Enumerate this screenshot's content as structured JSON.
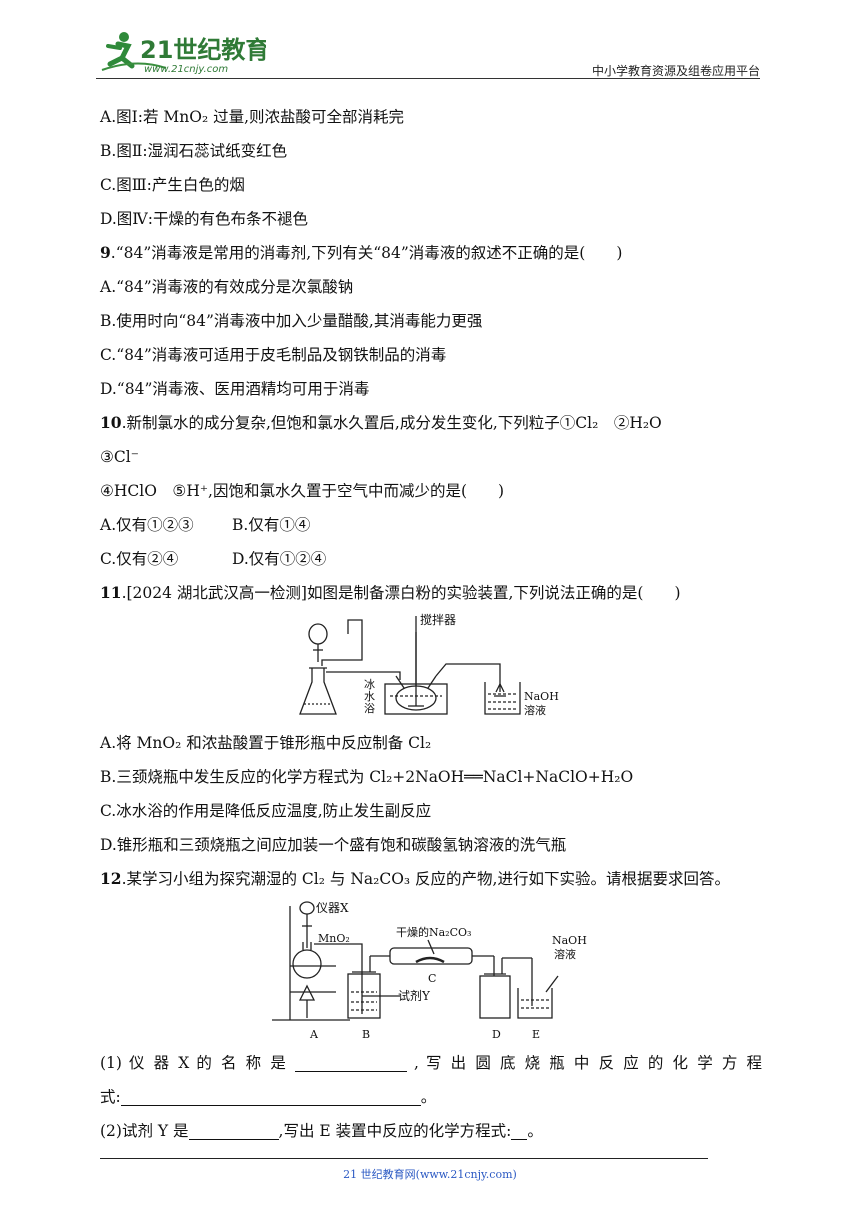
{
  "header": {
    "logo_text": "21世纪教育",
    "logo_url_text": "www.21cnjy.com",
    "platform": "中小学教育资源及组卷应用平台"
  },
  "q8_options": {
    "A": "A.图Ⅰ:若 MnO₂ 过量,则浓盐酸可全部消耗完",
    "B": "B.图Ⅱ:湿润石蕊试纸变红色",
    "C": "C.图Ⅲ:产生白色的烟",
    "D": "D.图Ⅳ:干燥的有色布条不褪色"
  },
  "q9": {
    "num": "9",
    "stem": ".“84”消毒液是常用的消毒剂,下列有关“84”消毒液的叙述不正确的是(　　)",
    "A": "A.“84”消毒液的有效成分是次氯酸钠",
    "B": "B.使用时向“84”消毒液中加入少量醋酸,其消毒能力更强",
    "C": "C.“84”消毒液可适用于皮毛制品及钢铁制品的消毒",
    "D": "D.“84”消毒液、医用酒精均可用于消毒"
  },
  "q10": {
    "num": "10",
    "stem": ".新制氯水的成分复杂,但饱和氯水久置后,成分发生变化,下列粒子①Cl₂　②H₂O",
    "line2": "③Cl⁻",
    "line3": "④HClO　⑤H⁺,因饱和氯水久置于空气中而减少的是(　　)",
    "A": "A.仅有①②③",
    "B": "B.仅有①④",
    "C": "C.仅有②④",
    "D": "D.仅有①②④"
  },
  "q11": {
    "num": "11",
    "stem": ".[2024 湖北武汉高一检测]如图是制备漂白粉的实验装置,下列说法正确的是(　　)",
    "fig": {
      "stirrer": "搅拌器",
      "ice_bath": [
        "冰",
        "水",
        "浴"
      ],
      "naoh": "NaOH",
      "solution": "溶液"
    },
    "A": "A.将 MnO₂ 和浓盐酸置于锥形瓶中反应制备 Cl₂",
    "B": "B.三颈烧瓶中发生反应的化学方程式为 Cl₂+2NaOH══NaCl+NaClO+H₂O",
    "C": "C.冰水浴的作用是降低反应温度,防止发生副反应",
    "D": "D.锥形瓶和三颈烧瓶之间应加装一个盛有饱和碳酸氢钠溶液的洗气瓶"
  },
  "q12": {
    "num": "12",
    "stem": ".某学习小组为探究潮湿的 Cl₂ 与 Na₂CO₃ 反应的产物,进行如下实验。请根据要求回答。",
    "fig": {
      "instrument_x": "仪器X",
      "mno2": "MnO₂",
      "dry_na2co3": "干燥的Na₂CO₃",
      "naoh": "NaOH",
      "solution": "溶液",
      "reagent_y": "试剂Y",
      "labels": [
        "A",
        "B",
        "C",
        "D",
        "E"
      ]
    },
    "p1_a": "(1) 仪 器  X  的 名 称 是",
    "p1_b": ", 写 出 圆 底 烧 瓶 中 反 应 的 化 学 方 程",
    "p1_c": "式:",
    "p1_end": "。",
    "p2_a": "(2)试剂 Y 是",
    "p2_b": ",写出 E 装置中反应的化学方程式:",
    "p2_end": "。"
  },
  "footer": "21 世纪教育网(www.21cnjy.com)"
}
